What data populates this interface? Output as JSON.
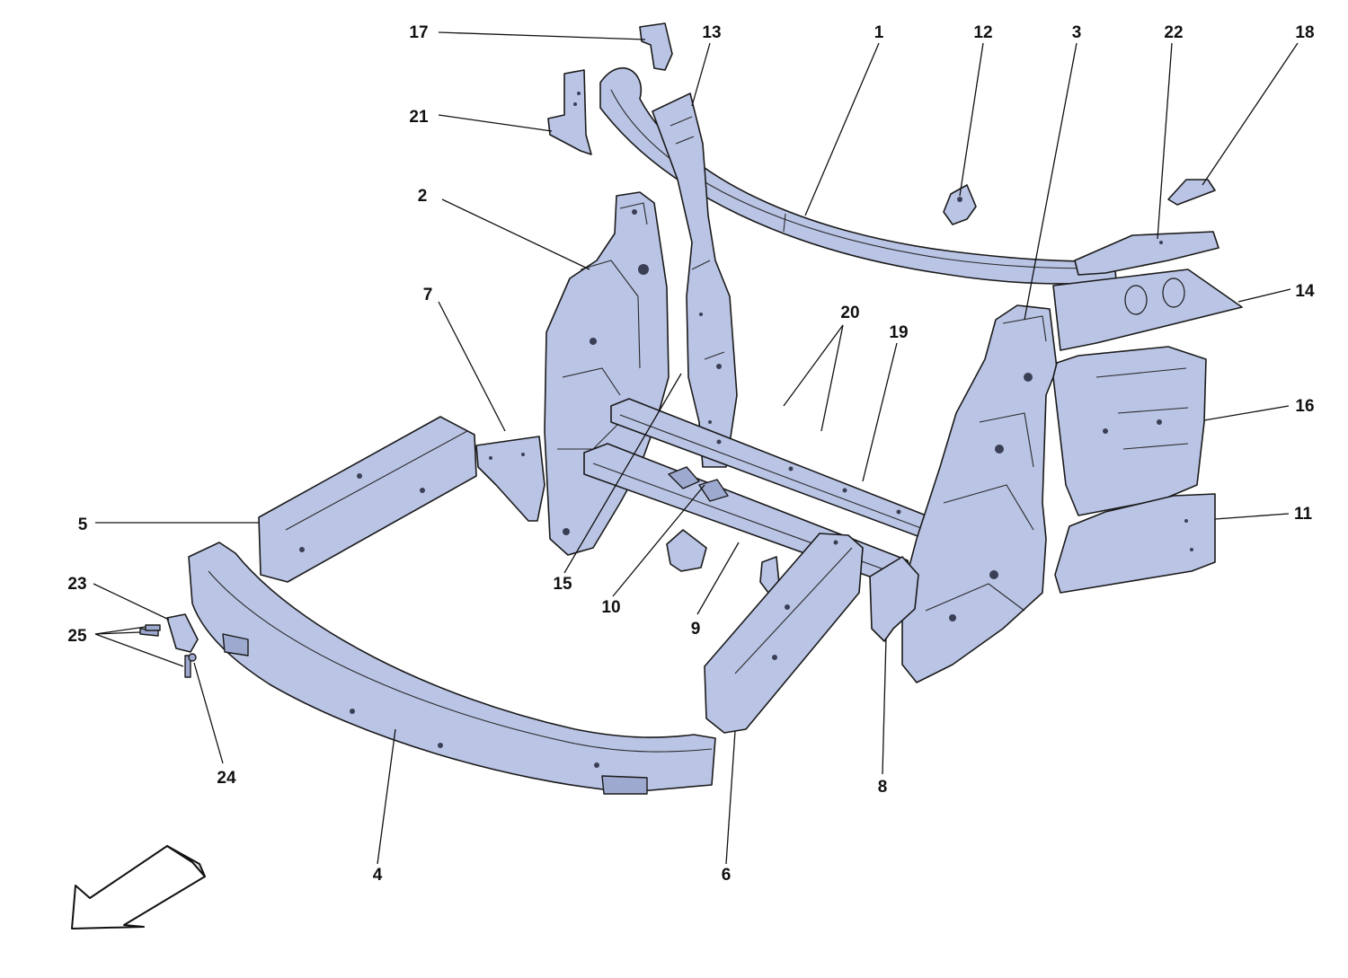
{
  "callouts": [
    {
      "id": "1",
      "label": "1"
    },
    {
      "id": "2",
      "label": "2"
    },
    {
      "id": "3",
      "label": "3"
    },
    {
      "id": "4",
      "label": "4"
    },
    {
      "id": "5",
      "label": "5"
    },
    {
      "id": "6",
      "label": "6"
    },
    {
      "id": "7",
      "label": "7"
    },
    {
      "id": "8",
      "label": "8"
    },
    {
      "id": "9",
      "label": "9"
    },
    {
      "id": "10",
      "label": "10"
    },
    {
      "id": "11",
      "label": "11"
    },
    {
      "id": "12",
      "label": "12"
    },
    {
      "id": "13",
      "label": "13"
    },
    {
      "id": "14",
      "label": "14"
    },
    {
      "id": "15",
      "label": "15"
    },
    {
      "id": "16",
      "label": "16"
    },
    {
      "id": "17",
      "label": "17"
    },
    {
      "id": "18",
      "label": "18"
    },
    {
      "id": "19",
      "label": "19"
    },
    {
      "id": "20",
      "label": "20"
    },
    {
      "id": "21",
      "label": "21"
    },
    {
      "id": "22",
      "label": "22"
    },
    {
      "id": "23",
      "label": "23"
    },
    {
      "id": "24",
      "label": "24"
    },
    {
      "id": "25",
      "label": "25"
    }
  ],
  "colors": {
    "part_fill": "#bac4e5",
    "outline": "#1a1a1a",
    "background": "#ffffff"
  },
  "icons": {
    "direction_arrow": "front-direction-arrow-icon"
  }
}
